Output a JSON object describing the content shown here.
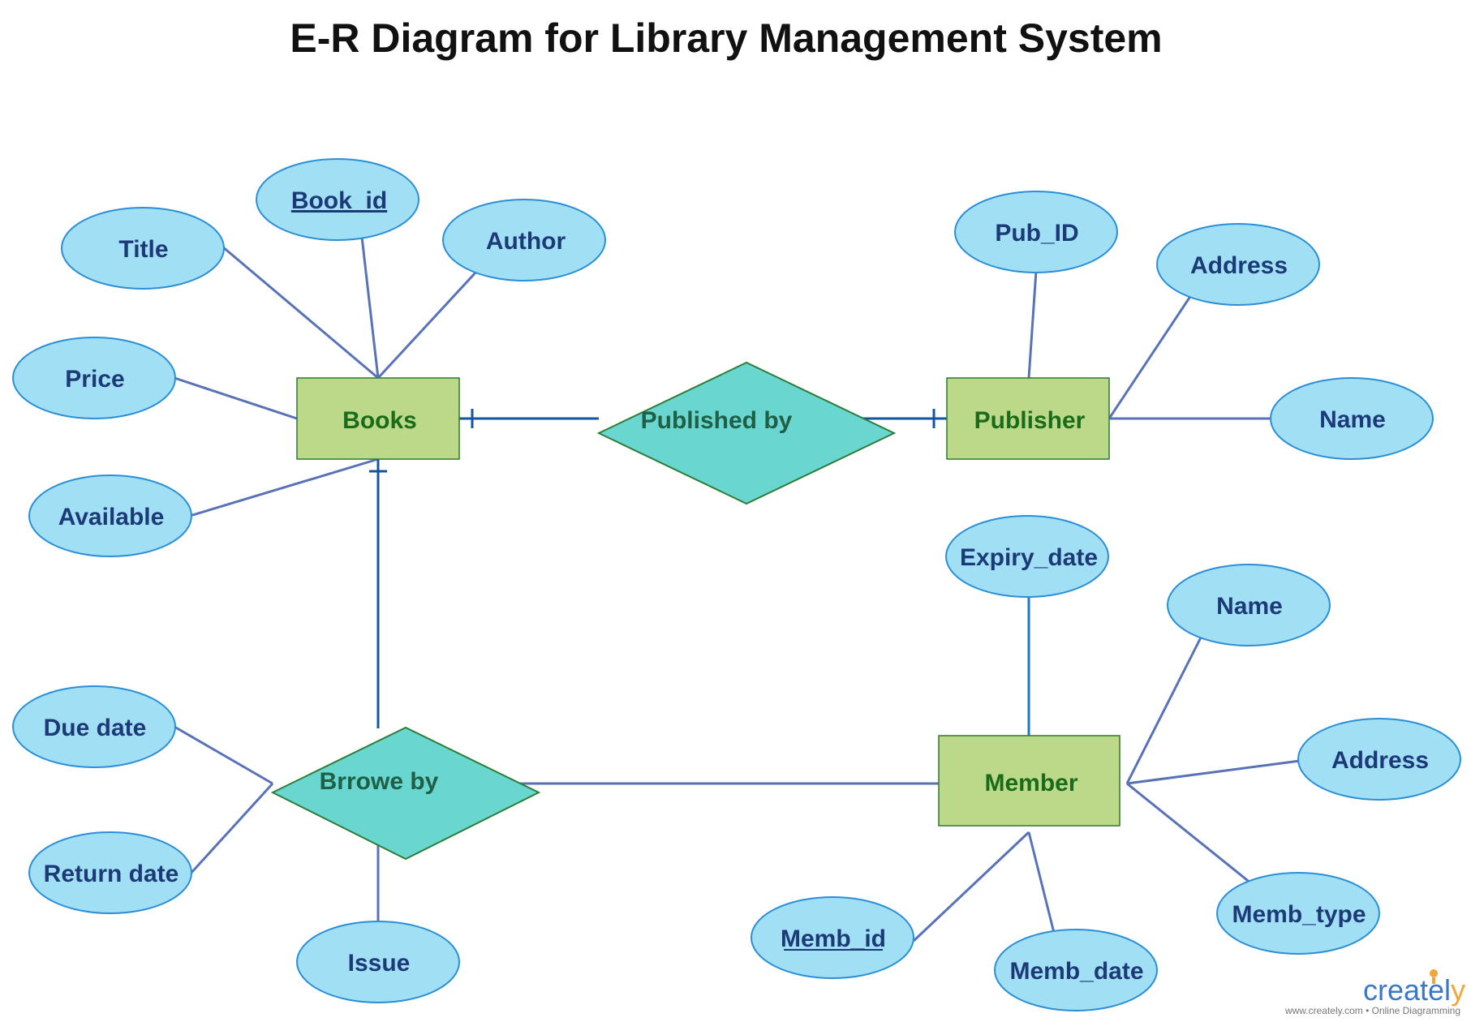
{
  "title": "E-R Diagram for Library Management System",
  "colors": {
    "attribute_fill": "#a1dff5",
    "attribute_stroke": "#2a8fd6",
    "entity_fill": "#bcd98a",
    "entity_stroke": "#2f7a2f",
    "relationship_fill": "#6ad6d0",
    "relationship_stroke": "#2d7d3a",
    "line": "#5872b8",
    "strong_line": "#1455a3"
  },
  "entities": {
    "books": "Books",
    "publisher": "Publisher",
    "member": "Member"
  },
  "relationships": {
    "published_by": "Published by",
    "borrowed_by": "Brrowe by"
  },
  "attributes": {
    "books": {
      "book_id": "Book_id",
      "title": "Title",
      "author": "Author",
      "price": "Price",
      "available": "Available"
    },
    "publisher": {
      "pub_id": "Pub_ID",
      "address": "Address",
      "name": "Name"
    },
    "member": {
      "expiry_date": "Expiry_date",
      "name": "Name",
      "address": "Address",
      "memb_type": "Memb_type",
      "memb_date": "Memb_date",
      "memb_id": "Memb_id"
    },
    "borrowed_by": {
      "due_date": "Due date",
      "return_date": "Return date",
      "issue": "Issue"
    }
  },
  "branding": {
    "logo_main": "createl",
    "logo_accent": "y",
    "footer": "www.creately.com • Online Diagramming"
  }
}
